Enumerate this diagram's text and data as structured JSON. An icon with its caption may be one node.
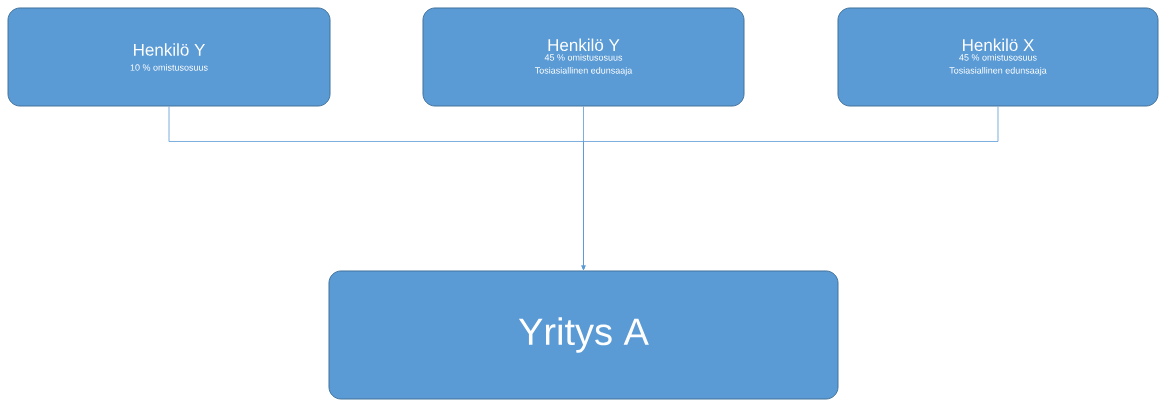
{
  "diagram": {
    "nodes": [
      {
        "text": [
          "Henkilö Y",
          "10 % omistusosuus"
        ]
      },
      {
        "text": [
          "Henkilö Y",
          "45 % omistusosuus Tosiasiallinen edunsaaja"
        ]
      },
      {
        "text": [
          "Henkilö X",
          "45 % omistusosuus Tosiasiallinen edunsaaja"
        ]
      },
      {
        "text": [
          "Yritys A"
        ]
      }
    ],
    "edges": [
      {
        "from": 0,
        "to": 3,
        "arrow": "to"
      },
      {
        "from": 1,
        "to": 3,
        "arrow": "to"
      },
      {
        "from": 2,
        "to": 3,
        "arrow": "to"
      }
    ]
  }
}
